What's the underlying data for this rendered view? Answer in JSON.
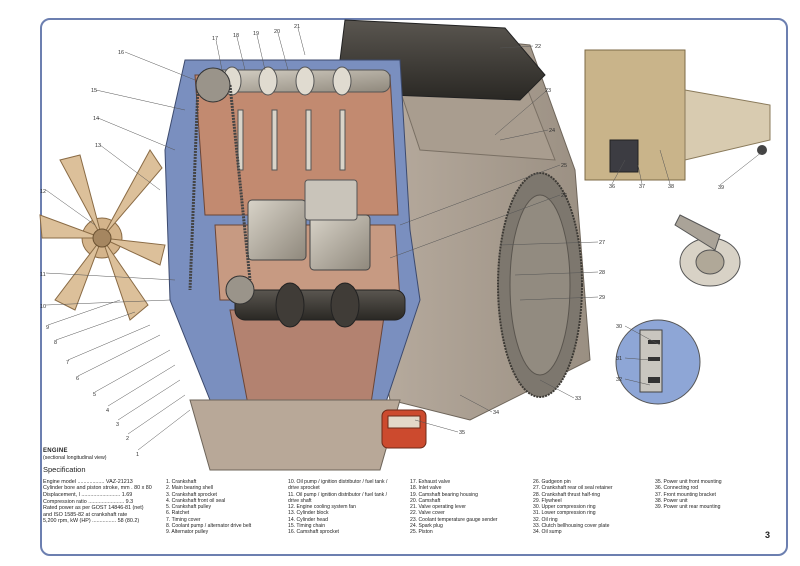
{
  "title": "ENGINE",
  "subtitle": "(sectional longitudinal view)",
  "spec_heading": "Specification",
  "specs": [
    "Engine model .................. VAZ-21213",
    "Cylinder bore and piston stroke, mm . 80 x 80",
    "Displacement, l .......................... 1.69",
    "Compression ratio ........................ 9.3",
    "Rated power as per GOST 14846-81 (net)",
    "and ISO 1585-82 at crankshaft rate",
    "5,200 rpm, kW (HP) ................ 58 (80.2)"
  ],
  "legend": {
    "col1": [
      "1. Crankshaft",
      "2. Main bearing shell",
      "3. Crankshaft sprocket",
      "4. Crankshaft front oil seal",
      "5. Crankshaft pulley",
      "6. Ratchet",
      "7. Timing cover",
      "8. Coolant pump / alternator drive belt",
      "9. Alternator pulley"
    ],
    "col2": [
      "10. Oil pump / ignition distributor / fuel tank /",
      "    drive sprocket",
      "11. Oil pump / ignition distributor / fuel tank /",
      "    drive shaft",
      "12. Engine cooling system fan",
      "13. Cylinder block",
      "14. Cylinder head",
      "15. Timing chain",
      "16. Camshaft sprocket"
    ],
    "col3": [
      "17. Exhaust valve",
      "18. Inlet valve",
      "19. Camshaft bearing housing",
      "20. Camshaft",
      "21. Valve operating lever",
      "22. Valve cover",
      "23. Coolant temperature gauge sender",
      "24. Spark plug",
      "25. Piston"
    ],
    "col4": [
      "26. Gudgeon pin",
      "27. Crankshaft rear oil seal retainer",
      "28. Crankshaft thrust half-ring",
      "29. Flywheel",
      "30. Upper compression ring",
      "31. Lower compression ring",
      "32. Oil ring",
      "33. Clutch bellhousing cover plate",
      "34. Oil sump"
    ],
    "col5": [
      "35. Power unit front mounting",
      "36. Connecting rod",
      "37. Front mounting bracket",
      "38. Power unit",
      "39. Power unit rear mounting"
    ]
  },
  "callout_numbers": [
    "1",
    "2",
    "3",
    "4",
    "5",
    "6",
    "7",
    "8",
    "9",
    "10",
    "11",
    "12",
    "13",
    "14",
    "15",
    "16",
    "17",
    "18",
    "19",
    "20",
    "21",
    "22",
    "23",
    "24",
    "25",
    "26",
    "27",
    "28",
    "29",
    "30",
    "31",
    "32",
    "33",
    "34",
    "35",
    "36",
    "37",
    "38",
    "39"
  ],
  "page_number": "3"
}
